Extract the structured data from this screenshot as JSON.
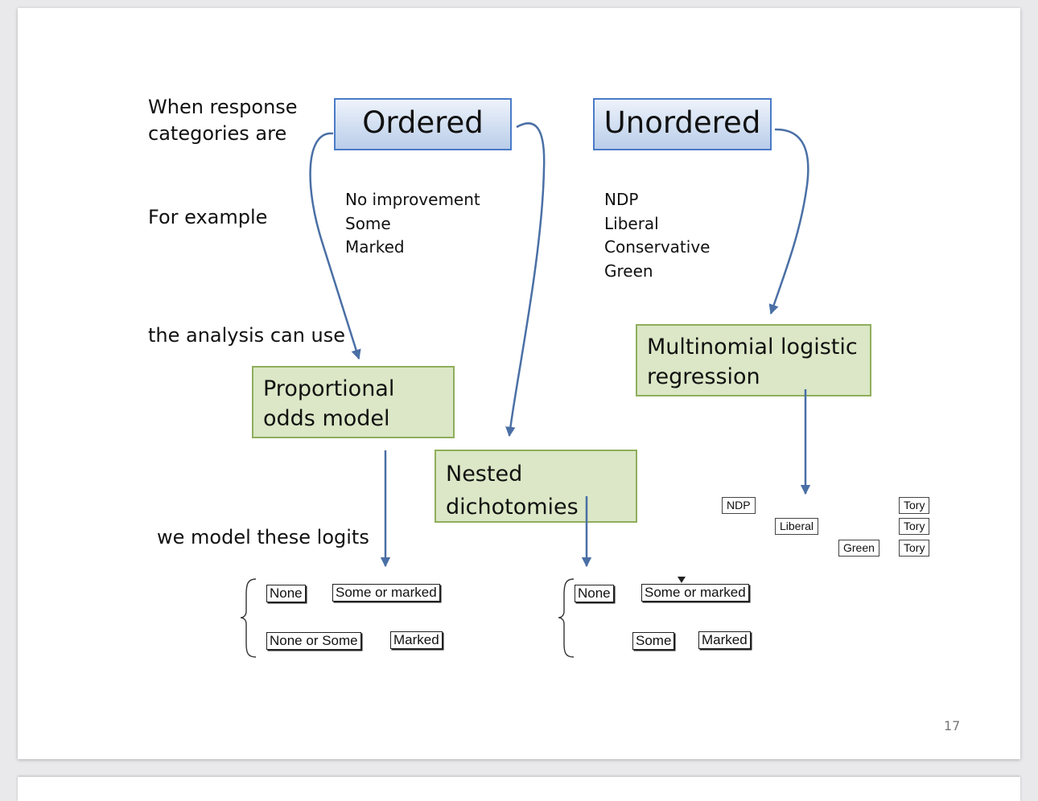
{
  "left_labels": {
    "line1": "When response",
    "line2": "categories are",
    "for_example": "For example",
    "analysis": "the analysis can use",
    "logits": "we model these logits"
  },
  "ordered": {
    "title": "Ordered",
    "examples": [
      "No improvement",
      "Some",
      "Marked"
    ]
  },
  "unordered": {
    "title": "Unordered",
    "examples": [
      "NDP",
      "Liberal",
      "Conservative",
      "Green"
    ]
  },
  "methods": {
    "proportional": [
      "Proportional",
      "odds model"
    ],
    "nested": [
      "Nested",
      "dichotomies"
    ],
    "multinomial": [
      "Multinomial logistic",
      "regression"
    ]
  },
  "logits_proportional": {
    "row1": [
      "None",
      "Some or marked"
    ],
    "row2": [
      "None or Some",
      "Marked"
    ]
  },
  "logits_nested": {
    "row1": [
      "None",
      "Some or marked"
    ],
    "row2": [
      "Some",
      "Marked"
    ]
  },
  "logits_multinomial": {
    "left": [
      "NDP",
      "Liberal",
      "Green"
    ],
    "right": [
      "Tory",
      "Tory",
      "Tory"
    ]
  },
  "page_number": "17",
  "colors": {
    "arrow": "#4a6fa5",
    "ordered_box_border": "#4a7bc8",
    "method_box_fill": "#dbe7c6",
    "method_box_border": "#8fae5c"
  }
}
